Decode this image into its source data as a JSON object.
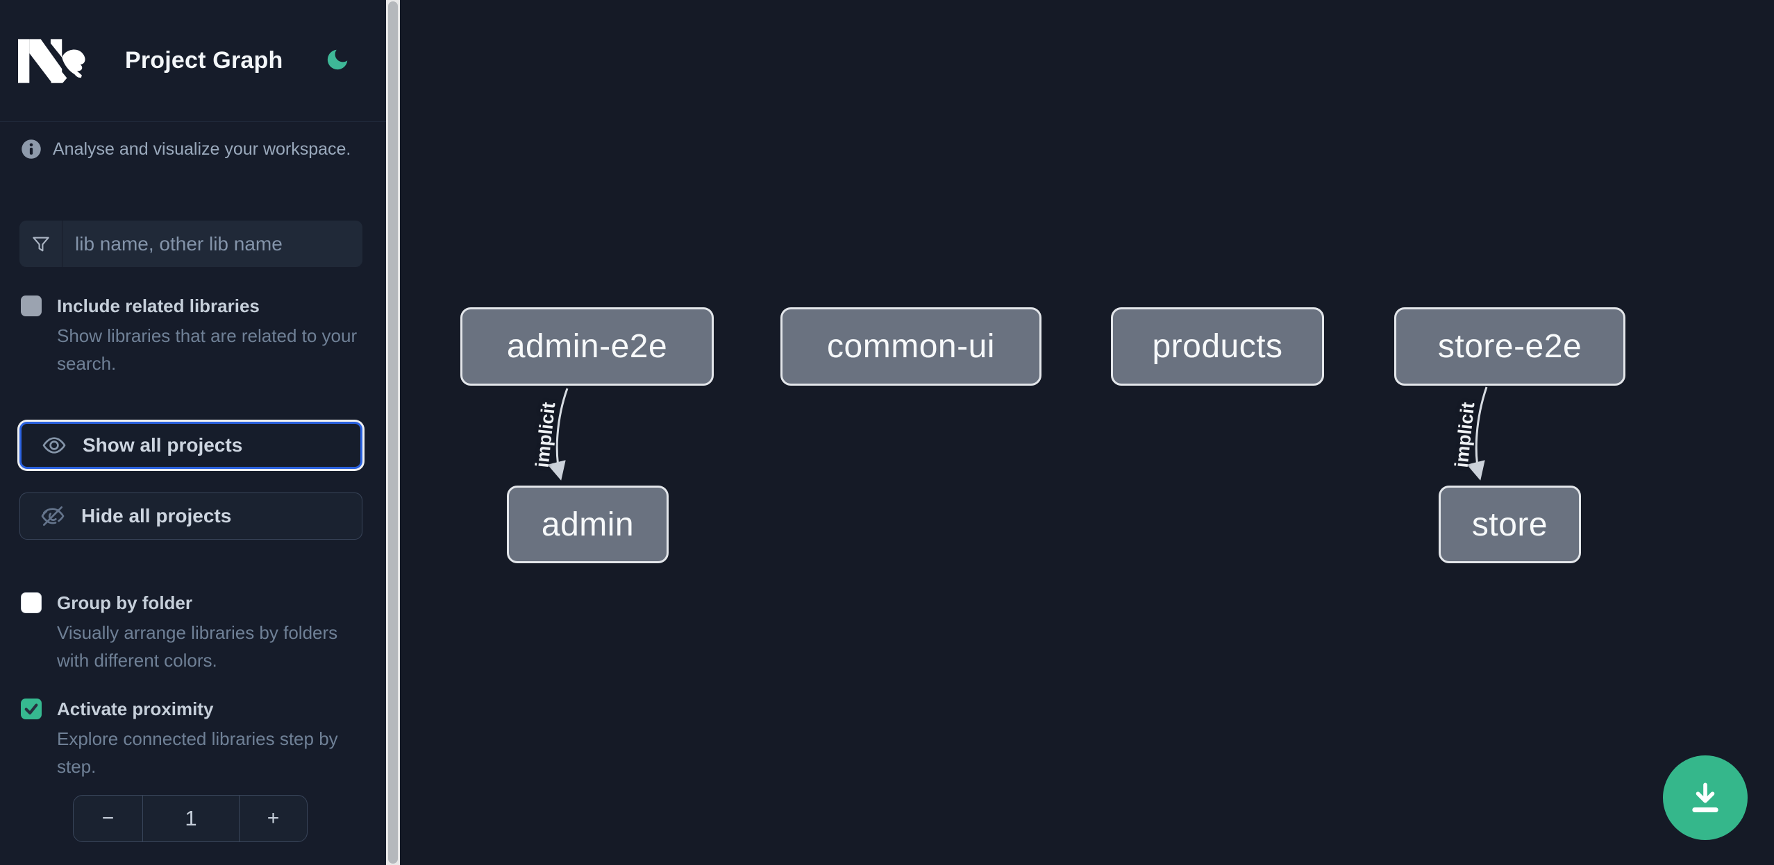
{
  "app": {
    "title": "Project Graph"
  },
  "sidebar": {
    "tagline": "Analyse and visualize your workspace.",
    "search": {
      "placeholder": "lib name, other lib name",
      "value": ""
    },
    "toggles": [
      {
        "label": "Include related libraries",
        "description": "Show libraries that are related to your search.",
        "checked": false
      },
      {
        "label": "Group by folder",
        "description": "Visually arrange libraries by folders with different colors.",
        "checked": false
      },
      {
        "label": "Activate proximity",
        "description": "Explore connected libraries step by step.",
        "checked": true
      }
    ],
    "buttons": {
      "show_all": "Show all projects",
      "hide_all": "Hide all projects"
    },
    "stepper": {
      "decrement": "−",
      "value": "1",
      "increment": "+"
    }
  },
  "graph": {
    "nodes": [
      {
        "label": "admin-e2e"
      },
      {
        "label": "common-ui"
      },
      {
        "label": "products"
      },
      {
        "label": "store-e2e"
      },
      {
        "label": "admin"
      },
      {
        "label": "store"
      }
    ],
    "edges": [
      {
        "source": "admin-e2e",
        "target": "admin",
        "label": "implicit",
        "type": "implicit"
      },
      {
        "source": "store-e2e",
        "target": "store",
        "label": "implicit",
        "type": "implicit"
      }
    ]
  },
  "colors": {
    "background": "#151a26",
    "sidebar_background": "#161c2a",
    "accent_green": "#36b990",
    "fab_green": "#35b78b",
    "focus_blue": "#2b62e0",
    "node_fill": "#6a7280",
    "node_border": "#e3e6ea",
    "edge": "#d7dce2"
  }
}
